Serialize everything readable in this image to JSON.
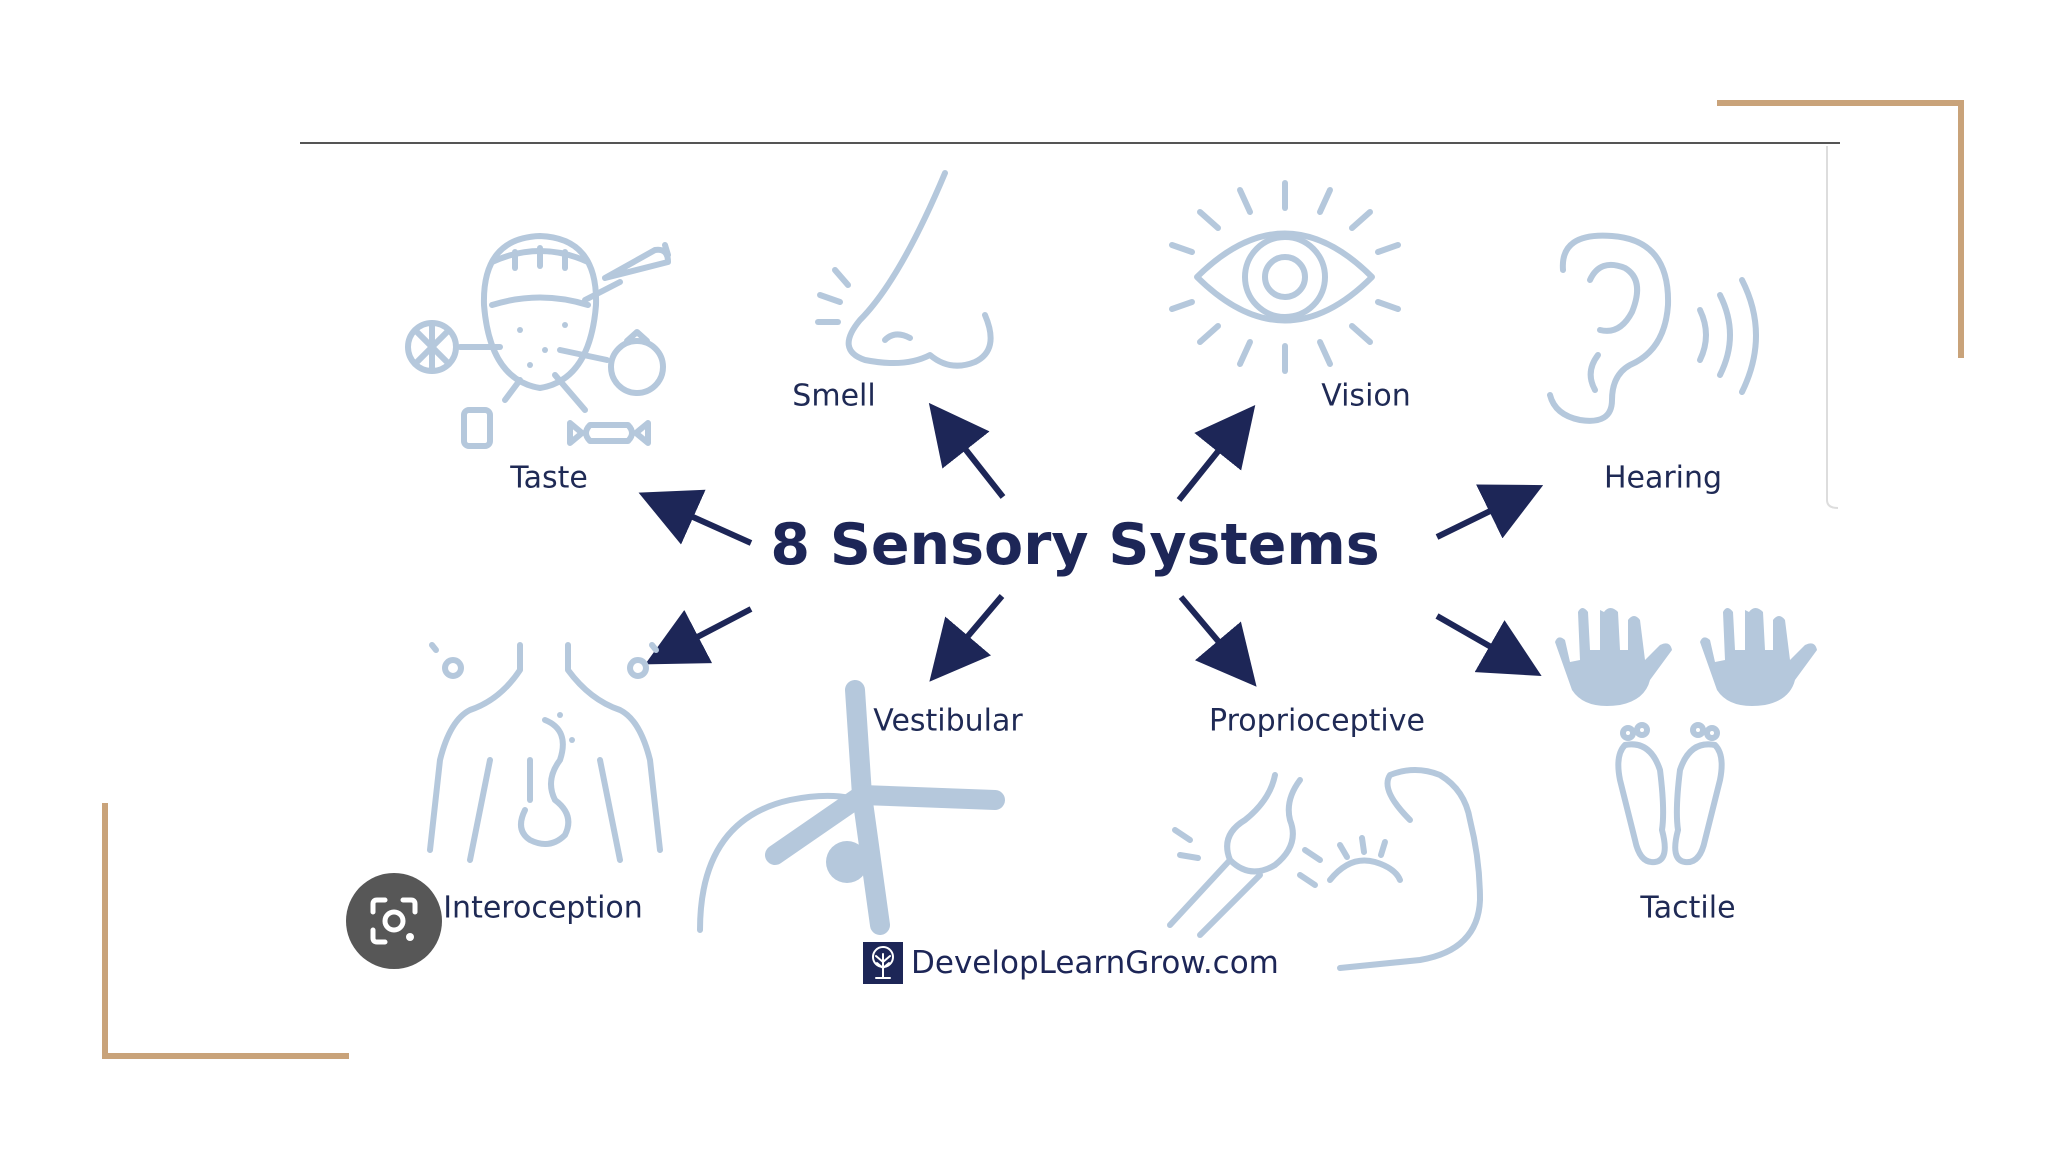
{
  "diagram": {
    "title": "8 Sensory Systems",
    "senses": {
      "taste": "Taste",
      "smell": "Smell",
      "vision": "Vision",
      "hearing": "Hearing",
      "interoception": "Interoception",
      "vestibular": "Vestibular",
      "proprioceptive": "Proprioceptive",
      "tactile": "Tactile"
    },
    "brand": "DevelopLearnGrow.com"
  },
  "colors": {
    "text": "#1d2657",
    "icon": "#b5c8dc",
    "frame_accent": "#c9a37a",
    "frame_line": "#555555",
    "lens_button": "#575757"
  },
  "icons": {
    "lens": "google-lens-icon"
  }
}
